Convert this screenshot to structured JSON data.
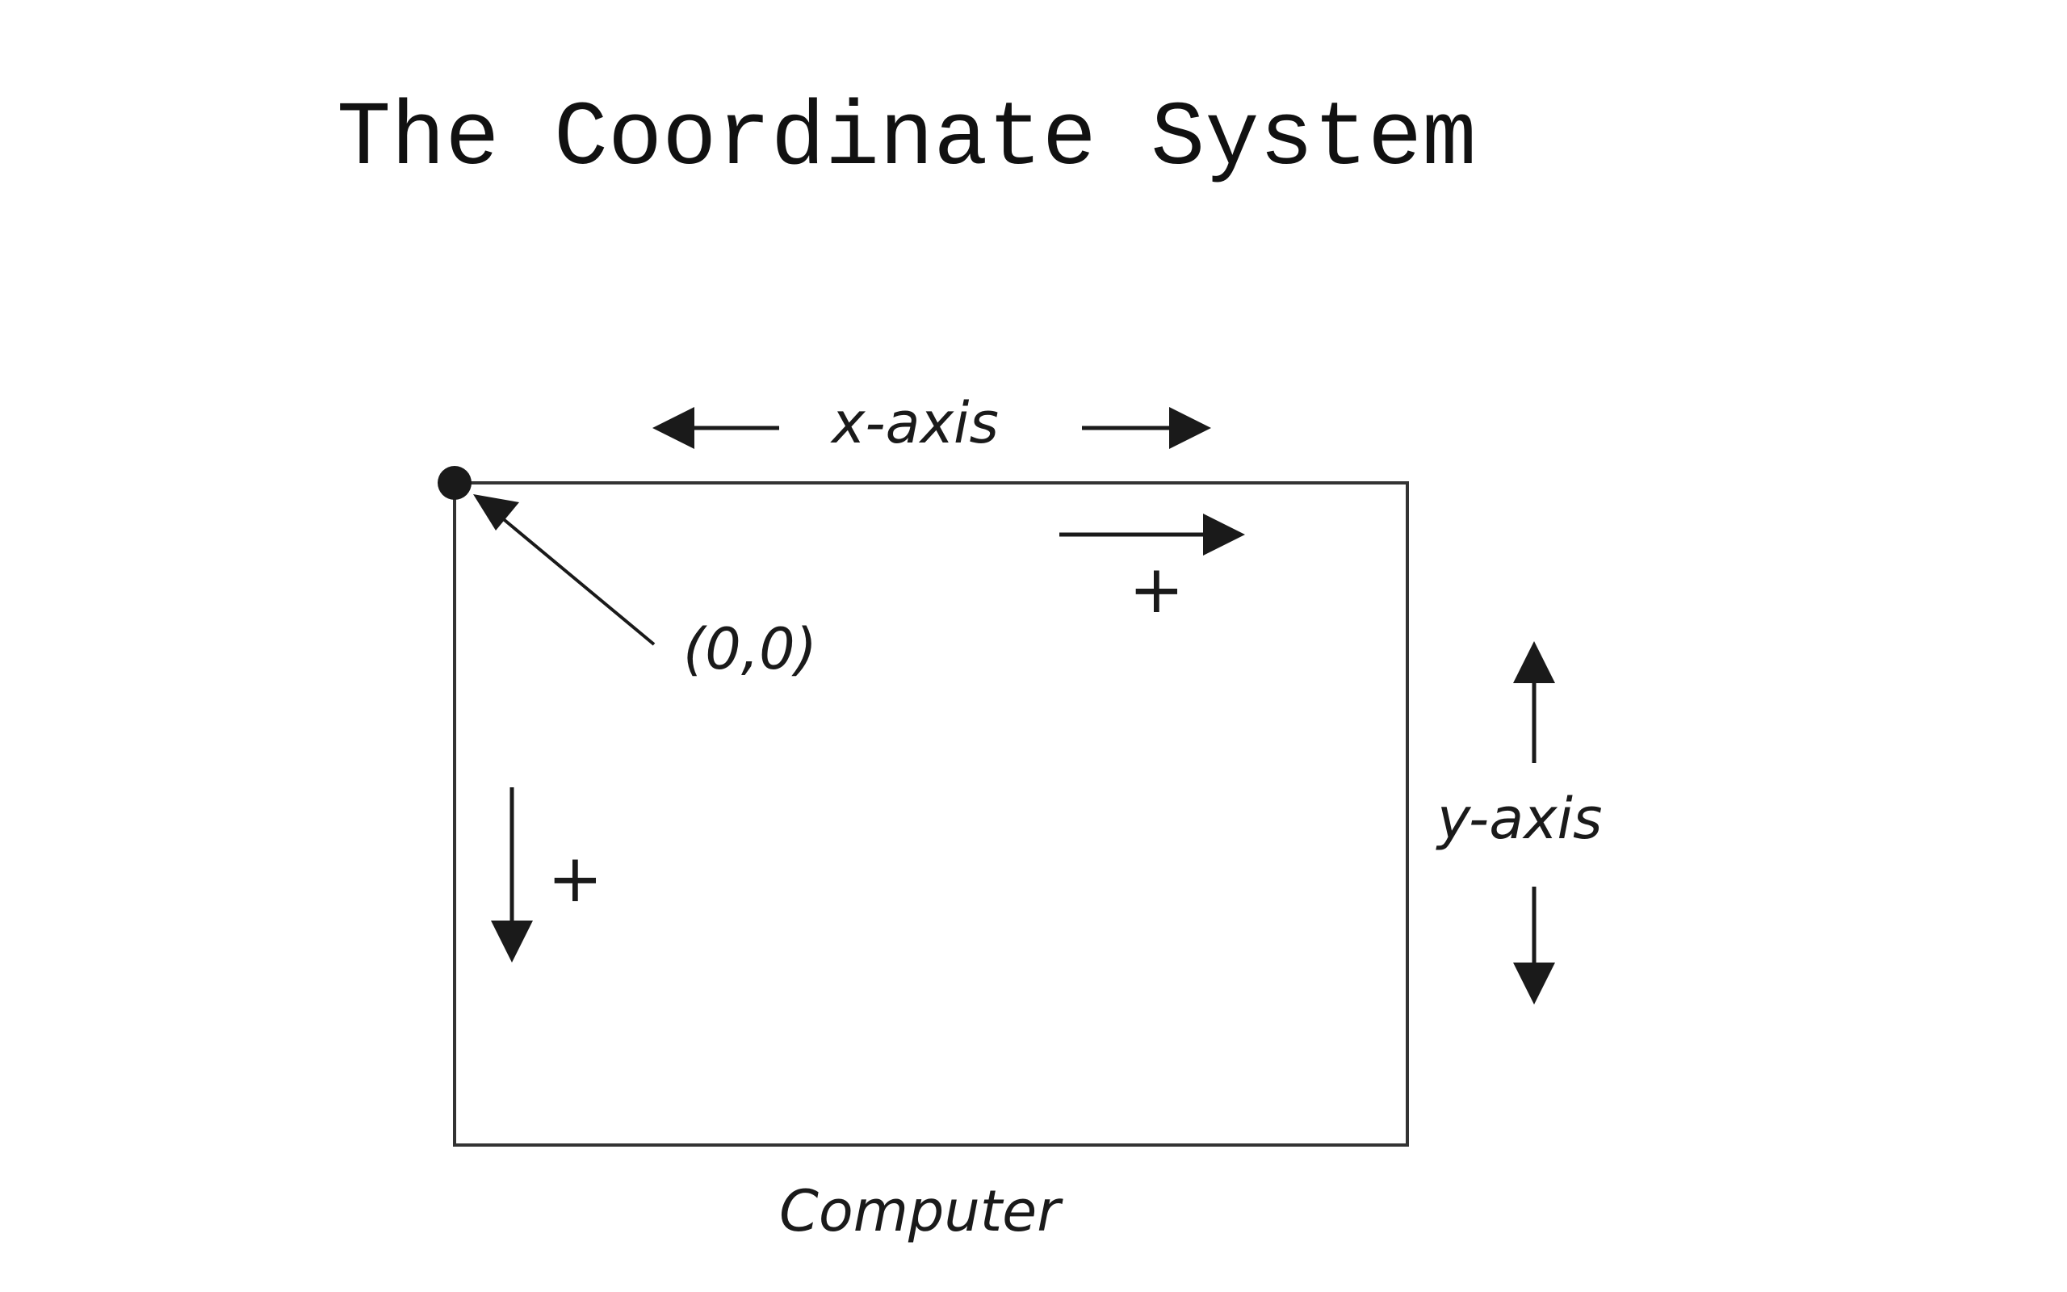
{
  "title": "The Coordinate System",
  "diagram": {
    "x_axis_label": "x-axis",
    "y_axis_label": "y-axis",
    "origin_label": "(0,0)",
    "x_positive_label": "+",
    "y_positive_label": "+",
    "caption": "Computer",
    "colors": {
      "ink": "#1a1a1a",
      "background": "#ffffff"
    }
  }
}
